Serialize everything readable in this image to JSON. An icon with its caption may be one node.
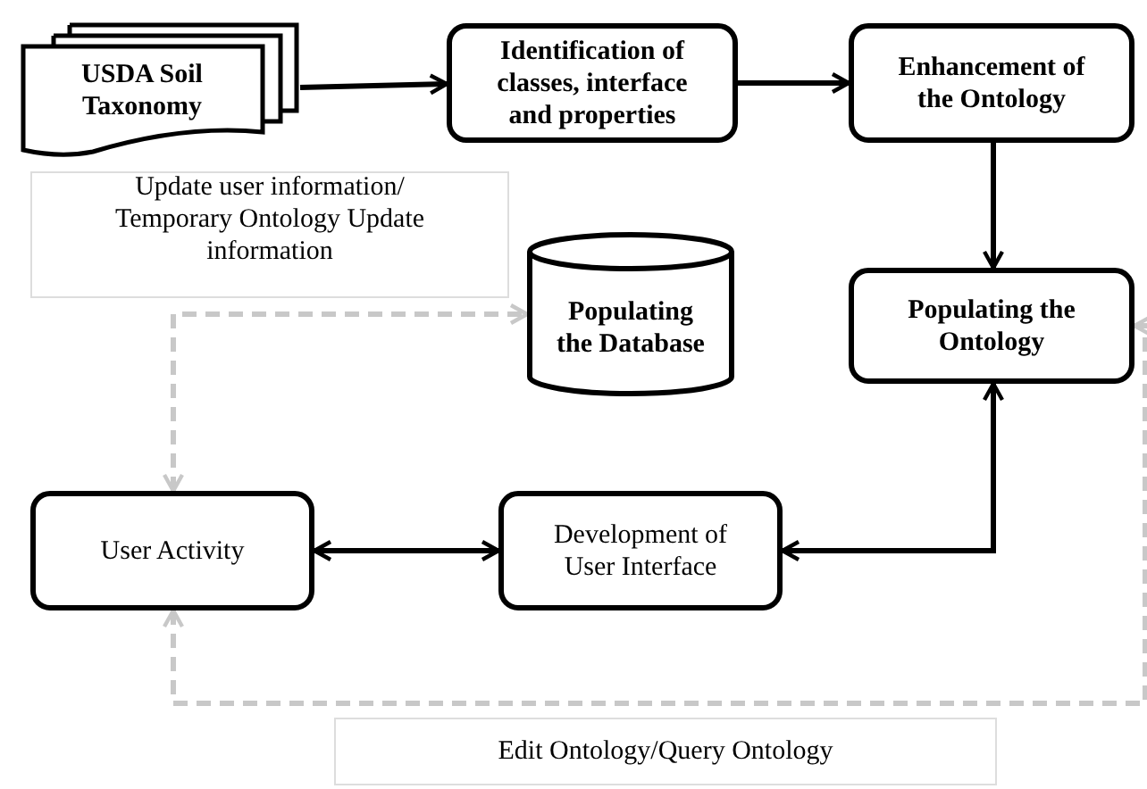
{
  "diagram": {
    "nodes": [
      {
        "text": [
          "USDA Soil Taxonomy"
        ]
      },
      {
        "text": [
          "Identification of classes, interface and properties"
        ]
      },
      {
        "text": [
          "Enhancement of the Ontology"
        ]
      },
      {
        "text": [
          "Update user information/ Temporary Ontology Update information"
        ]
      },
      {
        "text": [
          "Populating the Database"
        ]
      },
      {
        "text": [
          "Populating the Ontology"
        ]
      },
      {
        "text": [
          "User Activity"
        ]
      },
      {
        "text": [
          "Development of User Interface"
        ]
      },
      {
        "text": [
          "Edit Ontology/Query Ontology"
        ]
      }
    ],
    "edges": [
      {
        "from": 0,
        "to": 1,
        "arrow": "to"
      },
      {
        "from": 1,
        "to": 2,
        "arrow": "to"
      },
      {
        "from": 2,
        "to": 5,
        "arrow": "to"
      },
      {
        "from": 7,
        "to": 5,
        "arrow": "both"
      },
      {
        "from": 6,
        "to": 7,
        "arrow": "both"
      },
      {
        "from": 6,
        "to": 4,
        "arrow": "both",
        "style": "dashed",
        "color": "#c8c8c8"
      },
      {
        "from": 6,
        "to": 5,
        "arrow": "both",
        "style": "dashed",
        "color": "#c8c8c8"
      }
    ]
  }
}
